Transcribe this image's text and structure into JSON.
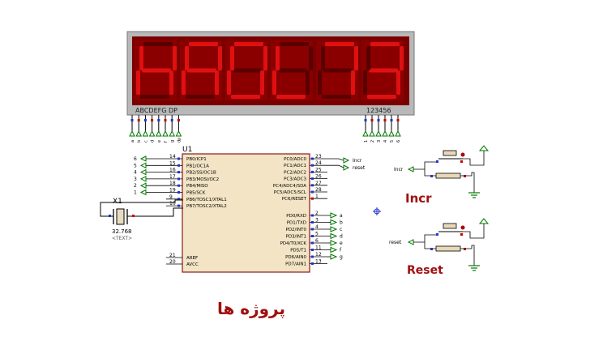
{
  "display": {
    "chars": [
      "H",
      "A",
      "0",
      "L",
      "7",
      "3"
    ],
    "segment_label": "ABCDEFG DP",
    "digit_label": "123456",
    "lit_color": "#e01010",
    "body_color": "#8a0000",
    "frame_color": "#999999"
  },
  "display_pins": {
    "left": [
      "A",
      "B",
      "C",
      "D",
      "E",
      "F",
      "G",
      "DP"
    ],
    "right": [
      "1",
      "2",
      "3",
      "4",
      "5",
      "6"
    ]
  },
  "mcu": {
    "ref": "U1",
    "left_pins": [
      {
        "num": "14",
        "name": "PB0/ICP1",
        "net": "6"
      },
      {
        "num": "15",
        "name": "PB1/OC1A",
        "net": "5"
      },
      {
        "num": "16",
        "name": "PB2/SS/OC1B",
        "net": "4"
      },
      {
        "num": "17",
        "name": "PB3/MOSI/OC2",
        "net": "3"
      },
      {
        "num": "18",
        "name": "PB4/MISO",
        "net": "2"
      },
      {
        "num": "19",
        "name": "PB5/SCK",
        "net": "1"
      },
      {
        "num": "9",
        "name": "PB6/TOSC1/XTAL1",
        "net": ""
      },
      {
        "num": "10",
        "name": "PB7/TOSC2/XTAL2",
        "net": ""
      }
    ],
    "left_power": [
      {
        "num": "21",
        "name": "AREF"
      },
      {
        "num": "20",
        "name": "AVCC"
      }
    ],
    "right_pins_top": [
      {
        "num": "23",
        "name": "PC0/ADC0",
        "net": "Incr"
      },
      {
        "num": "24",
        "name": "PC1/ADC1",
        "net": "reset"
      },
      {
        "num": "25",
        "name": "PC2/ADC2",
        "net": ""
      },
      {
        "num": "26",
        "name": "PC3/ADC3",
        "net": ""
      },
      {
        "num": "27",
        "name": "PC4/ADC4/SDA",
        "net": ""
      },
      {
        "num": "28",
        "name": "PC5/ADC5/SCL",
        "net": ""
      },
      {
        "num": "1",
        "name": "PC6/RESET",
        "net": ""
      }
    ],
    "right_pins_bottom": [
      {
        "num": "2",
        "name": "PD0/RXD",
        "net": "a"
      },
      {
        "num": "3",
        "name": "PD1/TXD",
        "net": "b"
      },
      {
        "num": "4",
        "name": "PD2/INT0",
        "net": "c"
      },
      {
        "num": "5",
        "name": "PD3/INT1",
        "net": "d"
      },
      {
        "num": "6",
        "name": "PD4/T0/XCK",
        "net": "e"
      },
      {
        "num": "11",
        "name": "PD5/T1",
        "net": "f"
      },
      {
        "num": "12",
        "name": "PD6/AIN0",
        "net": "g"
      },
      {
        "num": "13",
        "name": "PD7/AIN1",
        "net": ""
      }
    ]
  },
  "crystal": {
    "ref": "X1",
    "value": "32.768",
    "text": "<TEXT>"
  },
  "buttons": [
    {
      "net": "Incr",
      "title": "Incr"
    },
    {
      "net": "reset",
      "title": "Reset"
    }
  ],
  "footer_text": "پروژه ها",
  "colors": {
    "wire": "#000000",
    "chip_body": "#f2e4c4",
    "chip_border": "#8b1a1a",
    "pin_red": "#cc0000",
    "pin_blue": "#2233cc",
    "terminal": "#007700",
    "title_red": "#a01010"
  }
}
